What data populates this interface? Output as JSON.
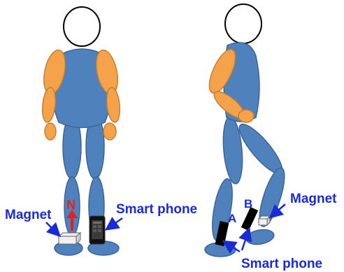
{
  "labels": {
    "magnet_left": "Magnet",
    "north": "N",
    "smartphone_left": "Smart phone",
    "magnet_right": "Magnet",
    "label_a": "A",
    "label_b": "B",
    "smartphone_right": "Smart phone"
  },
  "colors": {
    "body": "#4f81bd",
    "body_stroke": "#3a6496",
    "arms": "#f5a34b",
    "arms_stroke": "#c97d2e",
    "arrow_blue": "#1a2bd6",
    "arrow_red": "#e0241b",
    "magnet": "#f0f0f0",
    "phone": "#111111"
  }
}
